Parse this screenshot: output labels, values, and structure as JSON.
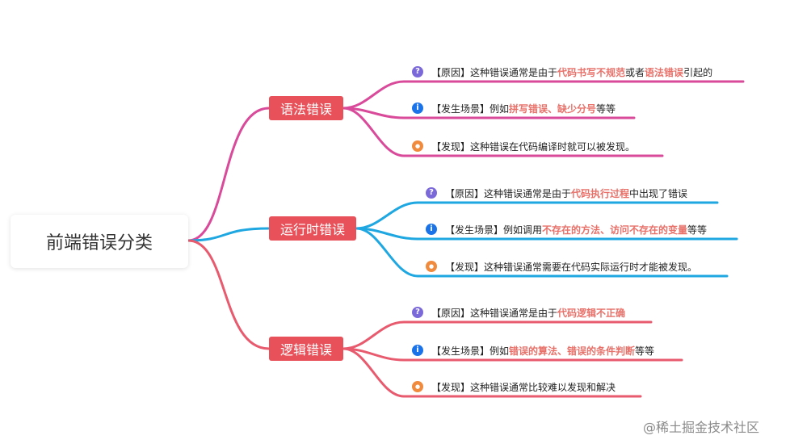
{
  "root": {
    "label": "前端错误分类"
  },
  "colors": {
    "branch1_line": "#d94a9a",
    "branch2_line": "#1ea7e1",
    "branch3_line": "#e85a6e",
    "branch_bg": "#e8515a",
    "highlight": "#e8716a",
    "icon_question": "#7b68d9",
    "icon_info": "#1a73e8",
    "icon_bulb": "#f08a3c"
  },
  "branches": [
    {
      "label": "语法错误",
      "leaves": [
        {
          "icon": "question-icon",
          "parts": [
            {
              "text": "【原因】这种错误通常是由于",
              "hl": false
            },
            {
              "text": "代码书写不规范",
              "hl": true
            },
            {
              "text": "或者",
              "hl": false
            },
            {
              "text": "语法错误",
              "hl": true
            },
            {
              "text": "引起的",
              "hl": false
            }
          ]
        },
        {
          "icon": "info-icon",
          "parts": [
            {
              "text": "【发生场景】例如",
              "hl": false
            },
            {
              "text": "拼写错误、缺少分号",
              "hl": true
            },
            {
              "text": "等等",
              "hl": false
            }
          ]
        },
        {
          "icon": "lightbulb-icon",
          "parts": [
            {
              "text": "【发现】这种错误在代码编译时就可以被发现。",
              "hl": false
            }
          ]
        }
      ]
    },
    {
      "label": "运行时错误",
      "leaves": [
        {
          "icon": "question-icon",
          "parts": [
            {
              "text": "【原因】这种错误通常是由于",
              "hl": false
            },
            {
              "text": "代码执行过程",
              "hl": true
            },
            {
              "text": "中出现了错误",
              "hl": false
            }
          ]
        },
        {
          "icon": "info-icon",
          "parts": [
            {
              "text": "【发生场景】例如调用",
              "hl": false
            },
            {
              "text": "不存在的方法、访问不存在的变量",
              "hl": true
            },
            {
              "text": "等等",
              "hl": false
            }
          ]
        },
        {
          "icon": "lightbulb-icon",
          "parts": [
            {
              "text": "【发现】这种错误通常需要在代码实际运行时才能被发现。",
              "hl": false
            }
          ]
        }
      ]
    },
    {
      "label": "逻辑错误",
      "leaves": [
        {
          "icon": "question-icon",
          "parts": [
            {
              "text": "【原因】这种错误通常是由于",
              "hl": false
            },
            {
              "text": "代码逻辑不正确",
              "hl": true
            }
          ]
        },
        {
          "icon": "info-icon",
          "parts": [
            {
              "text": "【发生场景】例如",
              "hl": false
            },
            {
              "text": "错误的算法、错误的条件判断",
              "hl": true
            },
            {
              "text": "等等",
              "hl": false
            }
          ]
        },
        {
          "icon": "lightbulb-icon",
          "parts": [
            {
              "text": "【发现】这种错误通常比较难以发现和解决",
              "hl": false
            }
          ]
        }
      ]
    }
  ],
  "watermark": "@稀土掘金技术社区"
}
